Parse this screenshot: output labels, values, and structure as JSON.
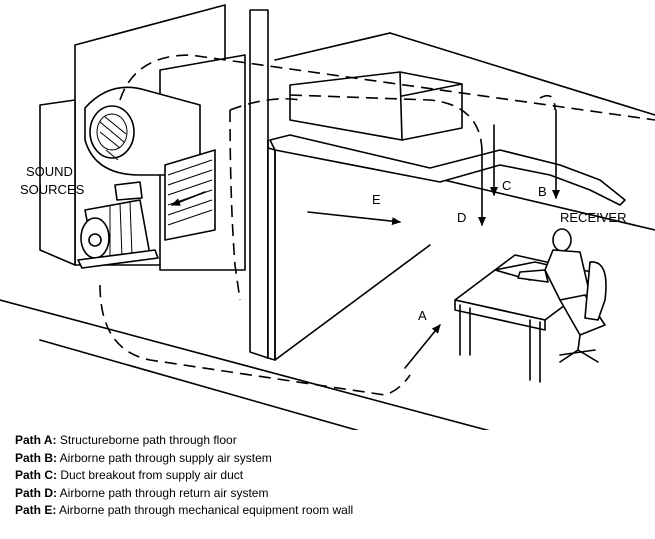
{
  "labels": {
    "sources_line1": "SOUND",
    "sources_line2": "SOURCES",
    "receiver": "RECEIVER",
    "a": "A",
    "b": "B",
    "c": "C",
    "d": "D",
    "e": "E"
  },
  "legend": [
    {
      "key": "Path A:",
      "text": "Structureborne path through floor"
    },
    {
      "key": "Path B:",
      "text": "Airborne path through supply air system"
    },
    {
      "key": "Path C:",
      "text": "Duct breakout from supply air duct"
    },
    {
      "key": "Path D:",
      "text": "Airborne path through return air system"
    },
    {
      "key": "Path E:",
      "text": "Airborne path through mechanical equipment room wall"
    }
  ]
}
